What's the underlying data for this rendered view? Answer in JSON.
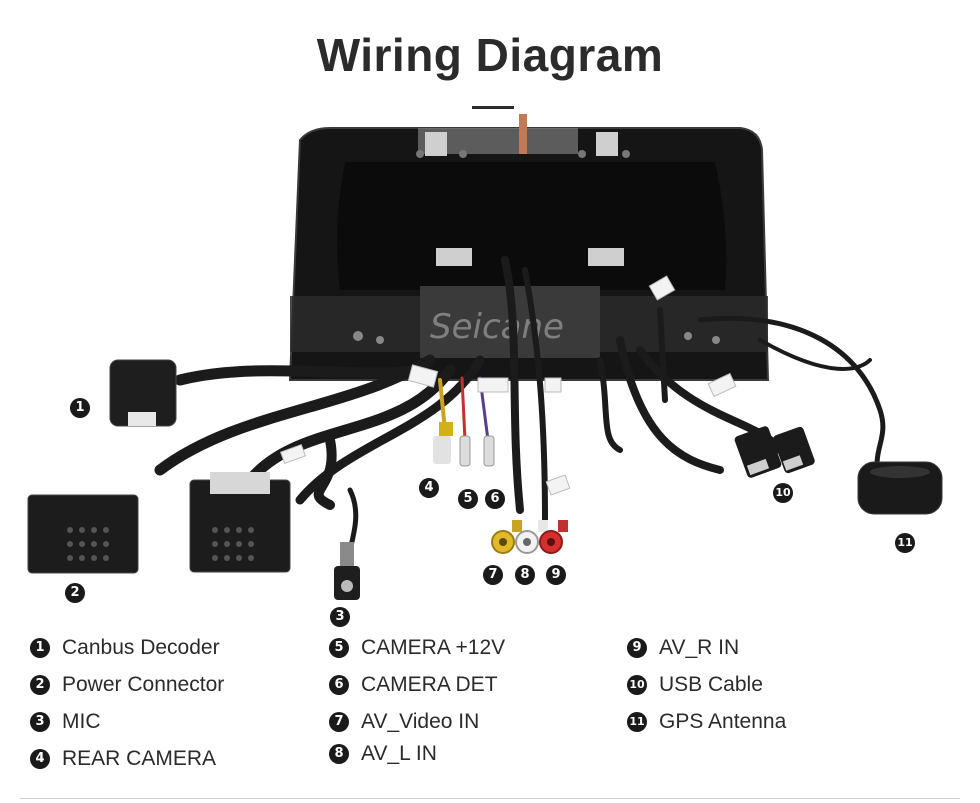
{
  "title": "Wiring Diagram",
  "watermark": "Seicane",
  "legend": [
    {
      "number": "1",
      "label": "Canbus Decoder"
    },
    {
      "number": "2",
      "label": "Power Connector"
    },
    {
      "number": "3",
      "label": "MIC"
    },
    {
      "number": "4",
      "label": "REAR CAMERA"
    },
    {
      "number": "5",
      "label": "CAMERA +12V"
    },
    {
      "number": "6",
      "label": "CAMERA DET"
    },
    {
      "number": "7",
      "label": "AV_Video IN"
    },
    {
      "number": "8",
      "label": "AV_L IN"
    },
    {
      "number": "9",
      "label": "AV_R IN"
    },
    {
      "number": "10",
      "label": "USB Cable"
    },
    {
      "number": "11",
      "label": "GPS Antenna"
    }
  ]
}
